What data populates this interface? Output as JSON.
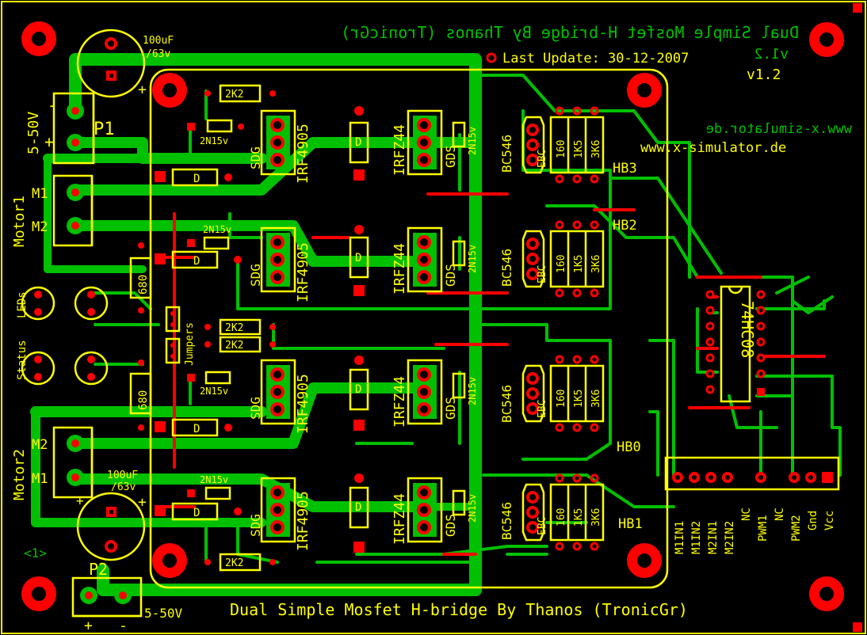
{
  "title_bottom": "Dual Simple Mosfet H-bridge By Thanos (TronicGr)",
  "title_top_mirrored": "Dual Simple Mosfet H-bridge By Thanos (TronicGr)",
  "last_update": "Last Update: 30-12-2007",
  "version": "v1.2",
  "version_mirrored": "v1.2",
  "website": "www.x-simulator.de",
  "website_mirrored": "www.x-simulator.de",
  "power_top": {
    "label": "5-50V",
    "plus": "+",
    "minus": "-",
    "connector": "P1"
  },
  "power_bottom": {
    "label": "5-50V",
    "plus": "+",
    "minus": "-",
    "connector": "P2"
  },
  "cap_top": {
    "value": "100uF",
    "voltage": "/63v",
    "plus": "+"
  },
  "cap_bottom": {
    "value": "100uF",
    "voltage": "/63v",
    "plus": "+"
  },
  "motor1": {
    "label": "Motor1",
    "pin1": "M1",
    "pin2": "M2"
  },
  "motor2": {
    "label": "Motor2",
    "pin1": "M2",
    "pin2": "M1"
  },
  "status_leds": {
    "line1": "Status",
    "line2": "LEDs"
  },
  "jumpers": "Jumpers",
  "resistor_680": "680",
  "resistor_2k2": "2K2",
  "zener": "2N15v",
  "diode": "D",
  "pmos": "IRF4905",
  "nmos": "IRFZ44",
  "transistor": "BC546",
  "pins_pmos": "SDG",
  "pins_nmos": "GDS",
  "pins_bjt": "EBC",
  "res_values": [
    "160",
    "1K5",
    "3K6"
  ],
  "hb_labels": [
    "HB3",
    "HB2",
    "HB0",
    "HB1"
  ],
  "ic": "74HC08",
  "connector_pins": [
    "M1IN1",
    "M1IN2",
    "M2IN1",
    "M2IN2",
    "NC",
    "PWM1",
    "NC",
    "PWM2",
    "Gnd",
    "Vcc"
  ],
  "mark": "<1>"
}
